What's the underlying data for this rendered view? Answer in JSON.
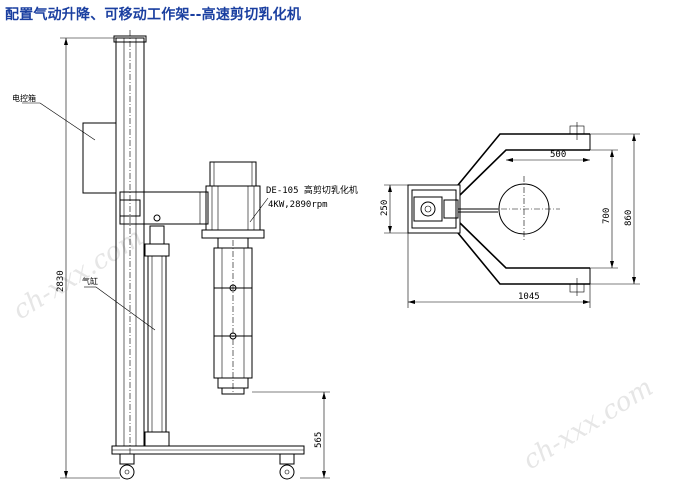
{
  "header": {
    "title": "配置气动升降、可移动工作架--高速剪切乳化机"
  },
  "side_view": {
    "labels": {
      "control_box": "电控箱",
      "cylinder": "气缸",
      "motor_model": "DE-105 高剪切乳化机",
      "motor_spec": "4KW,2890rpm"
    },
    "dimensions": {
      "height_total": "2830",
      "base_height": "565"
    }
  },
  "top_view": {
    "dimensions": {
      "w500": "500",
      "w250": "250",
      "w700": "700",
      "w860": "860",
      "w1045": "1045"
    }
  },
  "watermark": "ch-xxx.com"
}
